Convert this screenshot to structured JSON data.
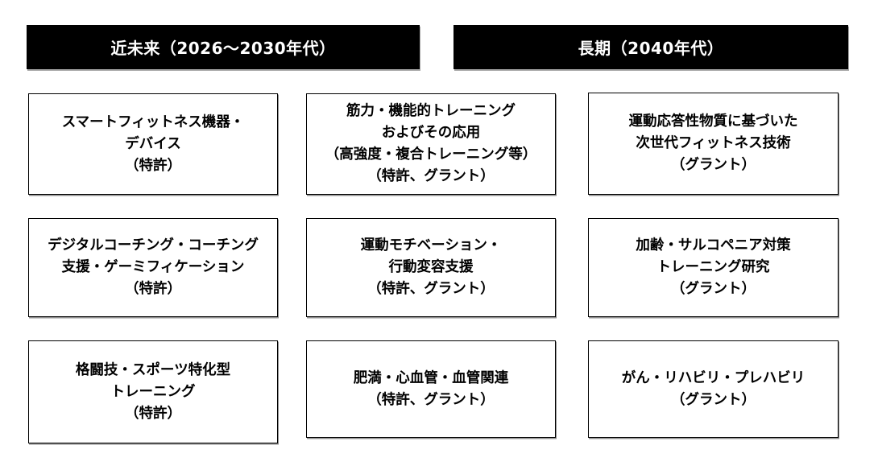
{
  "headers": [
    {
      "label": "近未来（2026～2030年代）"
    },
    {
      "label": "長期（2040年代）"
    }
  ],
  "boxes": [
    {
      "lines": [
        "スマートフィットネス機器・",
        "デバイス",
        "（特許）"
      ]
    },
    {
      "lines": [
        "筋力・機能的トレーニング",
        "およびその応用",
        "（高強度・複合トレーニング等）",
        "（特許、グラント）"
      ]
    },
    {
      "lines": [
        "運動応答性物質に基づいた",
        "次世代フィットネス技術",
        "（グラント）"
      ]
    },
    {
      "lines": [
        "デジタルコーチング・コーチング",
        "支援・ゲーミフィケーション",
        "（特許）"
      ]
    },
    {
      "lines": [
        "運動モチベーション・",
        "行動変容支援",
        "（特許、グラント）"
      ]
    },
    {
      "lines": [
        "加齢・サルコペニア対策",
        "トレーニング研究",
        "（グラント）"
      ]
    },
    {
      "lines": [
        "格闘技・スポーツ特化型",
        "トレーニング",
        "（特許）"
      ]
    },
    {
      "lines": [
        "肥満・心血管・血管関連",
        "（特許、グラント）"
      ]
    },
    {
      "lines": [
        "がん・リハビリ・プレハビリ",
        "（グラント）"
      ]
    }
  ],
  "colors": {
    "header_bg": "#000000",
    "header_text": "#ffffff",
    "box_border": "#000000",
    "box_text": "#000000",
    "background": "#ffffff"
  }
}
